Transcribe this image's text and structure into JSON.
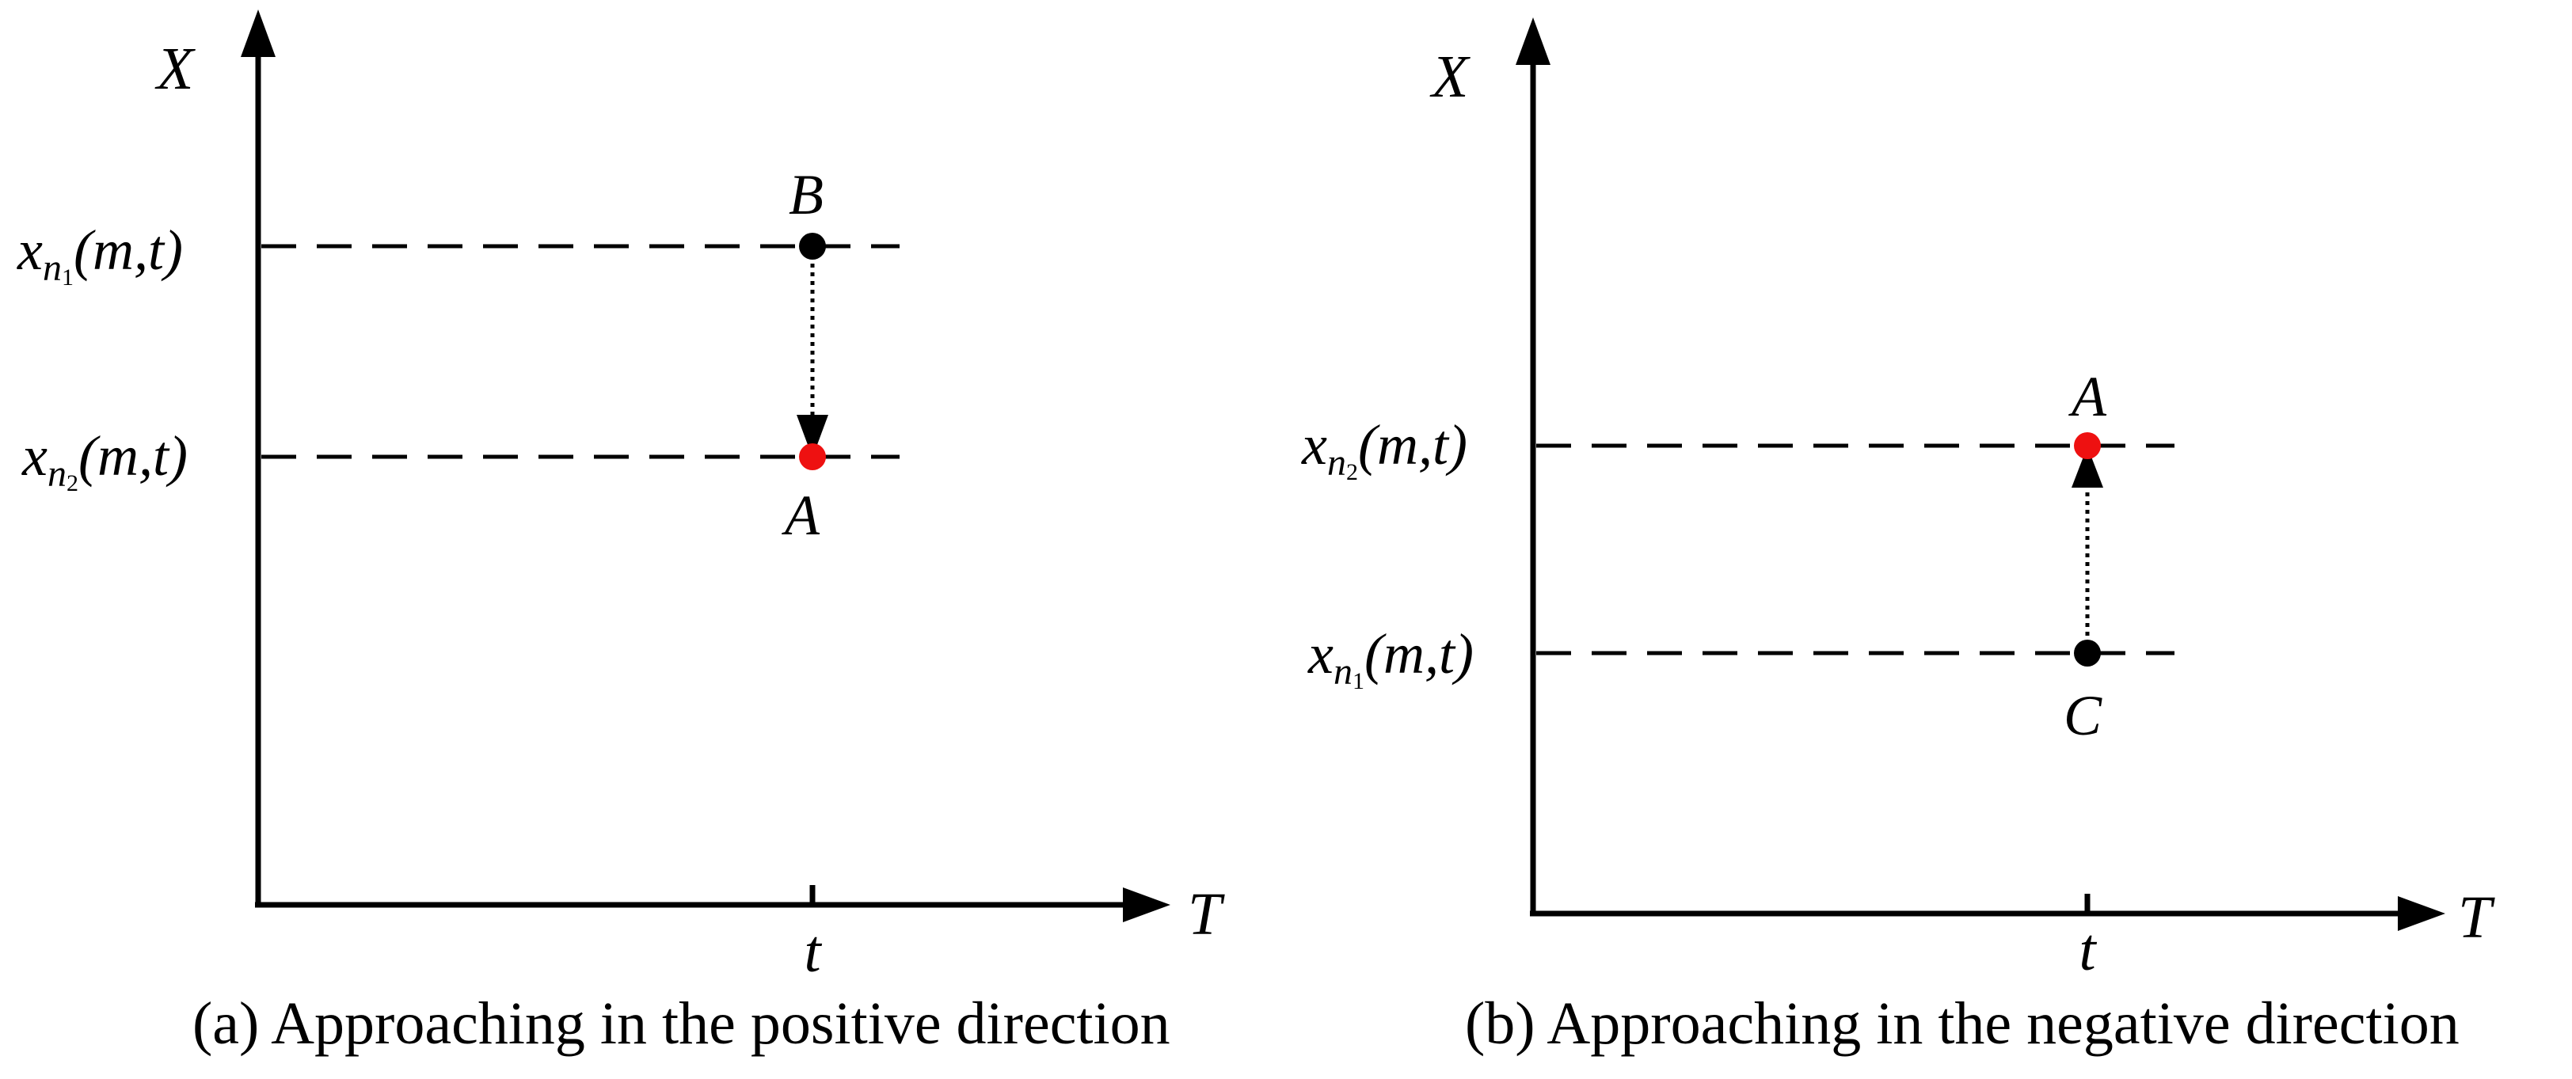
{
  "panels": [
    {
      "id": "a",
      "caption": "(a) Approaching in the positive direction",
      "y_axis_label": "X",
      "x_axis_label": "T",
      "x_tick": "t",
      "upper_level": {
        "var": "x",
        "sub": "n",
        "subsub": "1",
        "args": "(m,t)"
      },
      "lower_level": {
        "var": "x",
        "sub": "n",
        "subsub": "2",
        "args": "(m,t)"
      },
      "start_point": {
        "label": "B",
        "color": "#000000"
      },
      "end_point": {
        "label": "A",
        "color": "#ee1111"
      }
    },
    {
      "id": "b",
      "caption": "(b) Approaching in the negative direction",
      "y_axis_label": "X",
      "x_axis_label": "T",
      "x_tick": "t",
      "upper_level": {
        "var": "x",
        "sub": "n",
        "subsub": "2",
        "args": "(m,t)"
      },
      "lower_level": {
        "var": "x",
        "sub": "n",
        "subsub": "1",
        "args": "(m,t)"
      },
      "start_point": {
        "label": "C",
        "color": "#000000"
      },
      "end_point": {
        "label": "A",
        "color": "#ee1111"
      }
    }
  ]
}
